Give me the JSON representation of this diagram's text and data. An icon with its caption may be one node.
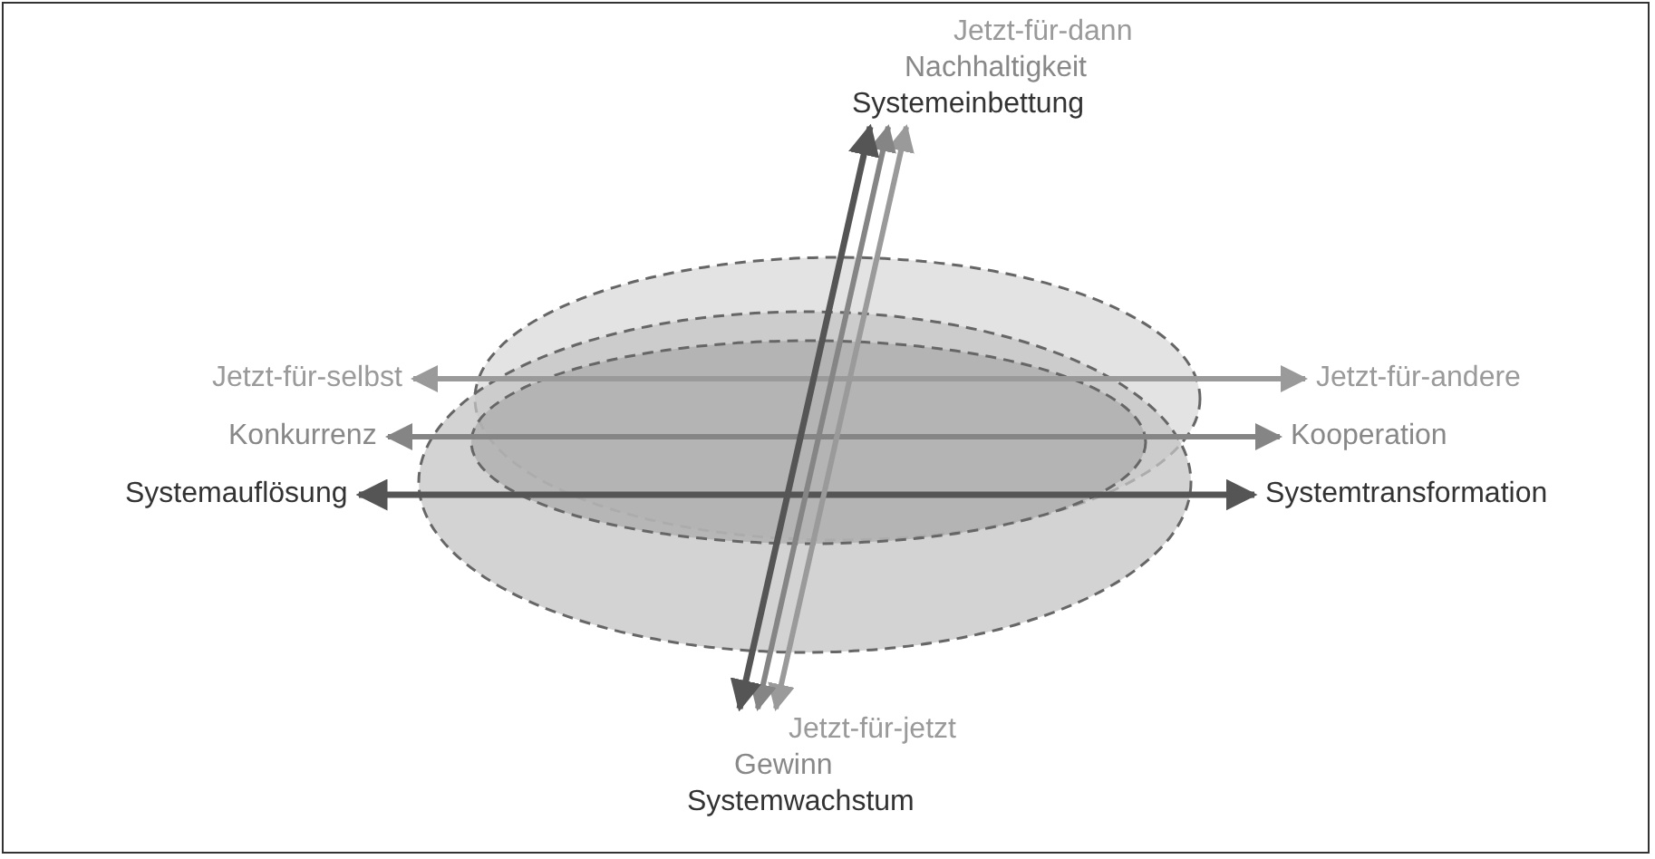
{
  "diagram": {
    "nodes": [
      {
        "text": [
          "Jetzt-für-dann",
          "Nachhaltigkeit",
          "Systemeinbettung"
        ]
      },
      {
        "text": [
          "Jetzt-für-selbst"
        ]
      },
      {
        "text": [
          "Jetzt-für-andere"
        ]
      },
      {
        "text": [
          "Konkurrenz"
        ]
      },
      {
        "text": [
          "Kooperation"
        ]
      },
      {
        "text": [
          "Systemauflösung"
        ]
      },
      {
        "text": [
          "Systemtransformation"
        ]
      },
      {
        "text": [
          "Jetzt-für-jetzt",
          "Gewinn",
          "Systemwachstum"
        ]
      }
    ],
    "edges": [
      {
        "from": 1,
        "to": 2,
        "arrow": "both",
        "color": "#9a9a9a"
      },
      {
        "from": 3,
        "to": 4,
        "arrow": "both",
        "color": "#858585"
      },
      {
        "from": 5,
        "to": 6,
        "arrow": "both",
        "color": "#555555"
      },
      {
        "from": 7,
        "to": 0,
        "arrow": "both",
        "color": "#9a9a9a"
      },
      {
        "from": 7,
        "to": 0,
        "arrow": "both",
        "color": "#858585"
      },
      {
        "from": 7,
        "to": 0,
        "arrow": "both",
        "color": "#555555"
      }
    ]
  }
}
